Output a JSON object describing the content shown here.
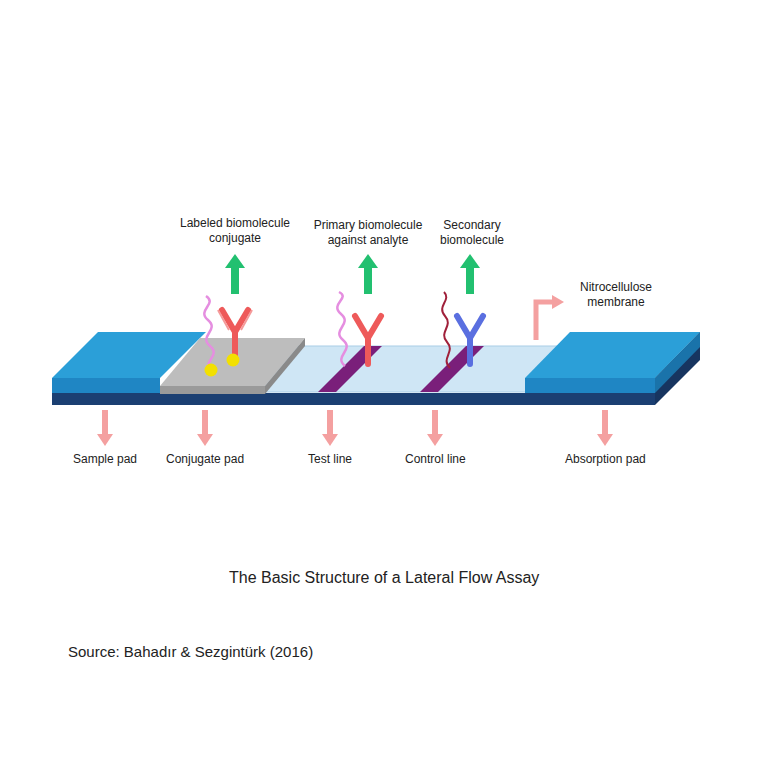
{
  "diagram": {
    "title": "The Basic Structure of a Lateral Flow Assay",
    "caption": "Source: Bahadır & Sezgintürk (2016)",
    "labels": [
      "Labeled biomolecule conjugate",
      "Primary biomolecule against analyte",
      "Secondary biomolecule",
      "Nitrocellulose membrane",
      "Sample pad",
      "Conjugate pad",
      "Test line",
      "Control line",
      "Absorption pad"
    ]
  }
}
